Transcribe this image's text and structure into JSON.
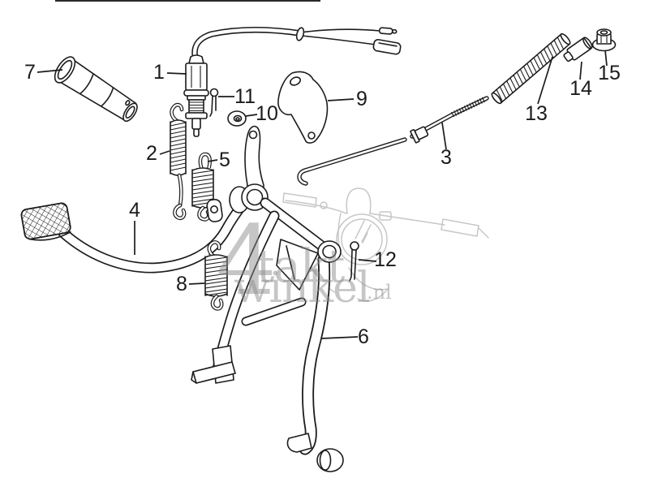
{
  "diagram": {
    "background_color": "#ffffff",
    "line_color": "#1c1c1c",
    "ghost_color": "#c7c7c7",
    "watermark": {
      "prefix": "4",
      "word1": "takt",
      "word2": "winkel",
      "suffix": ".nl",
      "color": "#8a8a8a"
    },
    "part_labels": [
      "1",
      "2",
      "3",
      "4",
      "5",
      "6",
      "7",
      "8",
      "9",
      "10",
      "11",
      "12",
      "13",
      "14",
      "15"
    ]
  }
}
